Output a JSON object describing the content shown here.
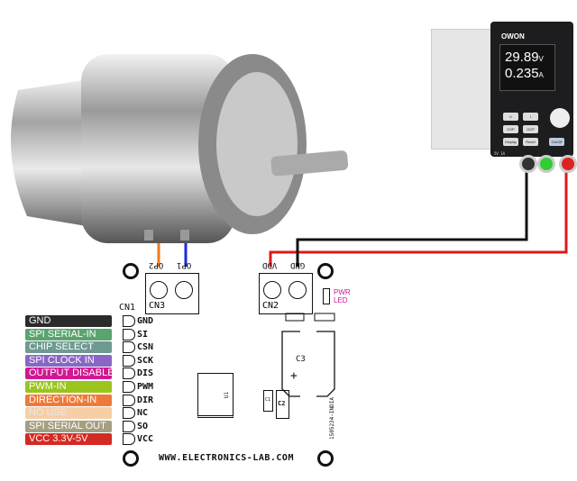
{
  "pin_functions": [
    {
      "label": "GND",
      "color": "#2b2b2b"
    },
    {
      "label": "SPI SERIAL-IN",
      "color": "#5aa46f"
    },
    {
      "label": "CHIP SELECT",
      "color": "#6e9a92"
    },
    {
      "label": "SPI CLOCK IN",
      "color": "#8a66c4"
    },
    {
      "label": "OUTPUT DISABLE",
      "color": "#d01892"
    },
    {
      "label": "PWM-IN",
      "color": "#9bc41c"
    },
    {
      "label": "DIRECTION-IN",
      "color": "#ee7a3a"
    },
    {
      "label": "NO USE",
      "color": "#f6cfa7"
    },
    {
      "label": "SPI SERIAL OUT",
      "color": "#a59f82"
    },
    {
      "label": "VCC  3.3V-5V",
      "color": "#d42a24"
    }
  ],
  "board": {
    "cn1_label": "CN1",
    "pins": [
      "GND",
      "SI",
      "CSN",
      "SCK",
      "DIS",
      "PWM",
      "DIR",
      "NC",
      "SO",
      "VCC"
    ],
    "cn3_label": "CN3",
    "cn3_pins": [
      "OP2",
      "OP1"
    ],
    "cn2_label": "CN2",
    "cn2_pins": [
      "VDD",
      "GND"
    ],
    "pwr_led_label": [
      "PWR",
      "LED"
    ],
    "components": {
      "c3": "C3",
      "c1": "C1",
      "c2": "C2",
      "u1": "U1",
      "plus": "+",
      "board_id": "1505234-INDIA"
    },
    "website": "WWW.ELECTRONICS-LAB.COM"
  },
  "power_supply": {
    "brand": "OWON",
    "voltage": "29.89",
    "voltage_unit": "V",
    "current": "0.235",
    "current_unit": "A",
    "buttons": [
      "V",
      "I",
      "OVP",
      "OCP",
      "Display",
      "Reset",
      "On/Off"
    ],
    "usb_label": "5V 1A"
  },
  "wires": {
    "op2": "#f07a1a",
    "op1": "#1a2cd8",
    "vdd": "#e01818",
    "gnd": "#111111"
  }
}
